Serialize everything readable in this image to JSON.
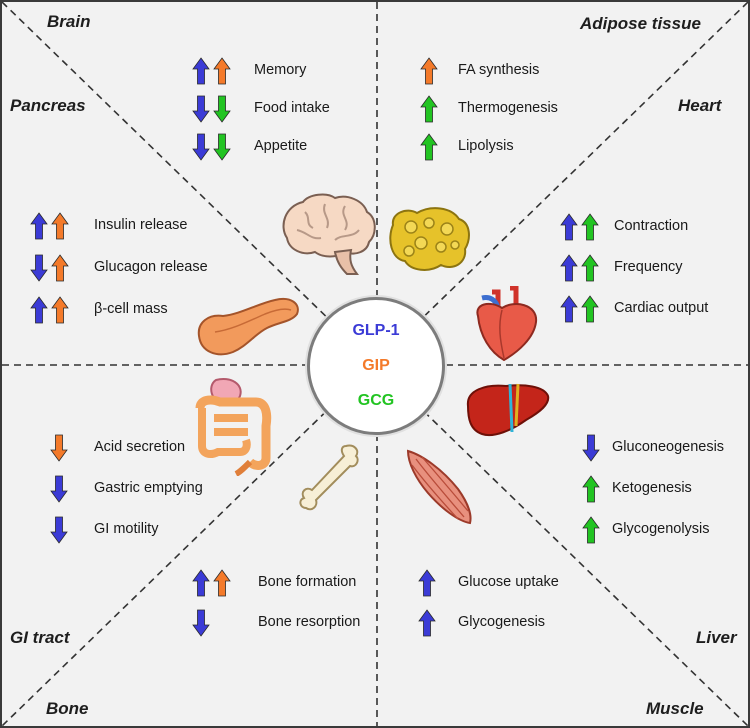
{
  "colors": {
    "glp1": "#3b3bd6",
    "gip": "#f47a2a",
    "gcg": "#22c422",
    "line": "#333333"
  },
  "hub": {
    "glp1": "GLP-1",
    "gip": "GIP",
    "gcg": "GCG"
  },
  "regions": {
    "brain": "Brain",
    "adipose": "Adipose tissue",
    "pancreas": "Pancreas",
    "heart": "Heart",
    "gi": "GI tract",
    "liver": "Liver",
    "bone": "Bone",
    "muscle": "Muscle"
  },
  "effects": {
    "brain": [
      {
        "label": "Memory",
        "arrows": [
          "glp1-up",
          "gip-up"
        ]
      },
      {
        "label": "Food intake",
        "arrows": [
          "glp1-down",
          "gcg-down"
        ]
      },
      {
        "label": "Appetite",
        "arrows": [
          "glp1-down",
          "gcg-down"
        ]
      }
    ],
    "adipose": [
      {
        "label": "FA synthesis",
        "arrows": [
          "gip-up"
        ]
      },
      {
        "label": "Thermogenesis",
        "arrows": [
          "gcg-up"
        ]
      },
      {
        "label": "Lipolysis",
        "arrows": [
          "gcg-up"
        ]
      }
    ],
    "pancreas": [
      {
        "label": "Insulin release",
        "arrows": [
          "glp1-up",
          "gip-up"
        ]
      },
      {
        "label": "Glucagon release",
        "arrows": [
          "glp1-down",
          "gip-up"
        ]
      },
      {
        "label": "β-cell mass",
        "arrows": [
          "glp1-up",
          "gip-up"
        ]
      }
    ],
    "heart": [
      {
        "label": "Contraction",
        "arrows": [
          "glp1-up",
          "gcg-up"
        ]
      },
      {
        "label": "Frequency",
        "arrows": [
          "glp1-up",
          "gcg-up"
        ]
      },
      {
        "label": "Cardiac output",
        "arrows": [
          "glp1-up",
          "gcg-up"
        ]
      }
    ],
    "gi": [
      {
        "label": "Acid secretion",
        "arrows": [
          "gip-down"
        ]
      },
      {
        "label": "Gastric emptying",
        "arrows": [
          "glp1-down"
        ]
      },
      {
        "label": "GI motility",
        "arrows": [
          "glp1-down"
        ]
      }
    ],
    "liver": [
      {
        "label": "Gluconeogenesis",
        "arrows": [
          "glp1-down"
        ]
      },
      {
        "label": "Ketogenesis",
        "arrows": [
          "gcg-up"
        ]
      },
      {
        "label": "Glycogenolysis",
        "arrows": [
          "gcg-up"
        ]
      }
    ],
    "bone": [
      {
        "label": "Bone formation",
        "arrows": [
          "glp1-up",
          "gip-up"
        ]
      },
      {
        "label": "Bone resorption",
        "arrows": [
          "glp1-down"
        ]
      }
    ],
    "muscle": [
      {
        "label": "Glucose uptake",
        "arrows": [
          "glp1-up"
        ]
      },
      {
        "label": "Glycogenesis",
        "arrows": [
          "glp1-up"
        ]
      }
    ]
  },
  "icons": {
    "brain": "brain-icon",
    "adipose": "adipose-tissue-icon",
    "pancreas": "pancreas-icon",
    "heart": "heart-icon",
    "gi": "intestine-icon",
    "liver": "liver-icon",
    "bone": "bone-icon",
    "muscle": "muscle-icon"
  }
}
